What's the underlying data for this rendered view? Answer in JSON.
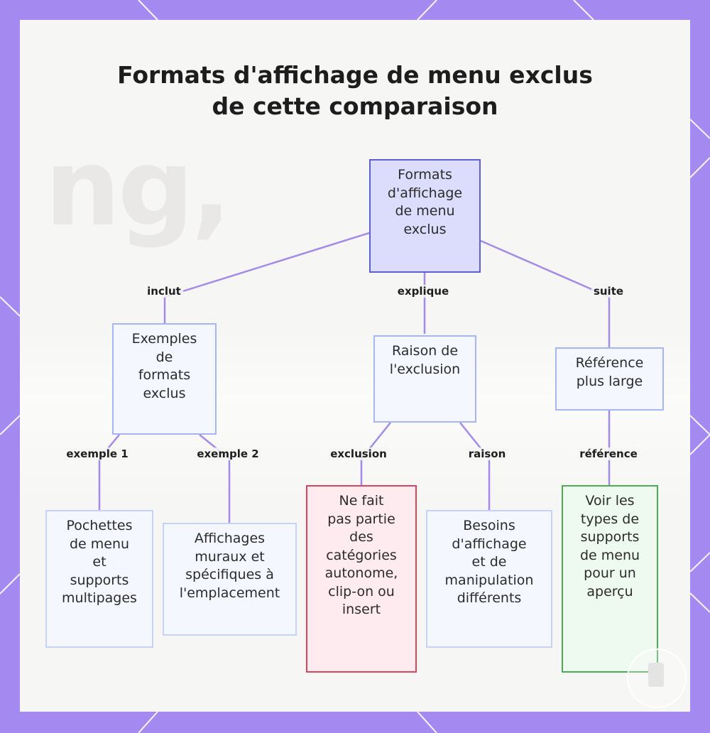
{
  "title": {
    "line1": "Formats d'affichage de menu exclus",
    "line2": "de cette comparaison"
  },
  "nodes": {
    "root": [
      "Formats",
      "d'affichage",
      "de menu",
      "exclus"
    ],
    "examples": [
      "Exemples",
      "de",
      "formats",
      "exclus"
    ],
    "reason": [
      "Raison de",
      "l'exclusion"
    ],
    "reference": [
      "Référence",
      "plus large"
    ],
    "pockets": [
      "Pochettes",
      "de menu",
      "et",
      "supports",
      "multipages"
    ],
    "wall": [
      "Affichages",
      "muraux et",
      "spécifiques à",
      "l'emplacement"
    ],
    "not_part": [
      "Ne fait",
      "pas partie",
      "des",
      "catégories",
      "autonome,",
      "clip-on ou",
      "insert"
    ],
    "needs": [
      "Besoins",
      "d'affichage",
      "et de",
      "manipulation",
      "différents"
    ],
    "see_types": [
      "Voir les",
      "types de",
      "supports",
      "de menu",
      "pour un",
      "aperçu"
    ]
  },
  "edges": {
    "inclut": "inclut",
    "explique": "explique",
    "suite": "suite",
    "exemple1": "exemple 1",
    "exemple2": "exemple 2",
    "exclusion": "exclusion",
    "raison": "raison",
    "reference": "référence"
  },
  "colors": {
    "frame": "#a48af0",
    "edge": "#a48ae8",
    "root_fill": "#dcdcfd",
    "root_border": "#5d5fd7",
    "red_border": "#d9465c",
    "green_border": "#49ad55"
  }
}
